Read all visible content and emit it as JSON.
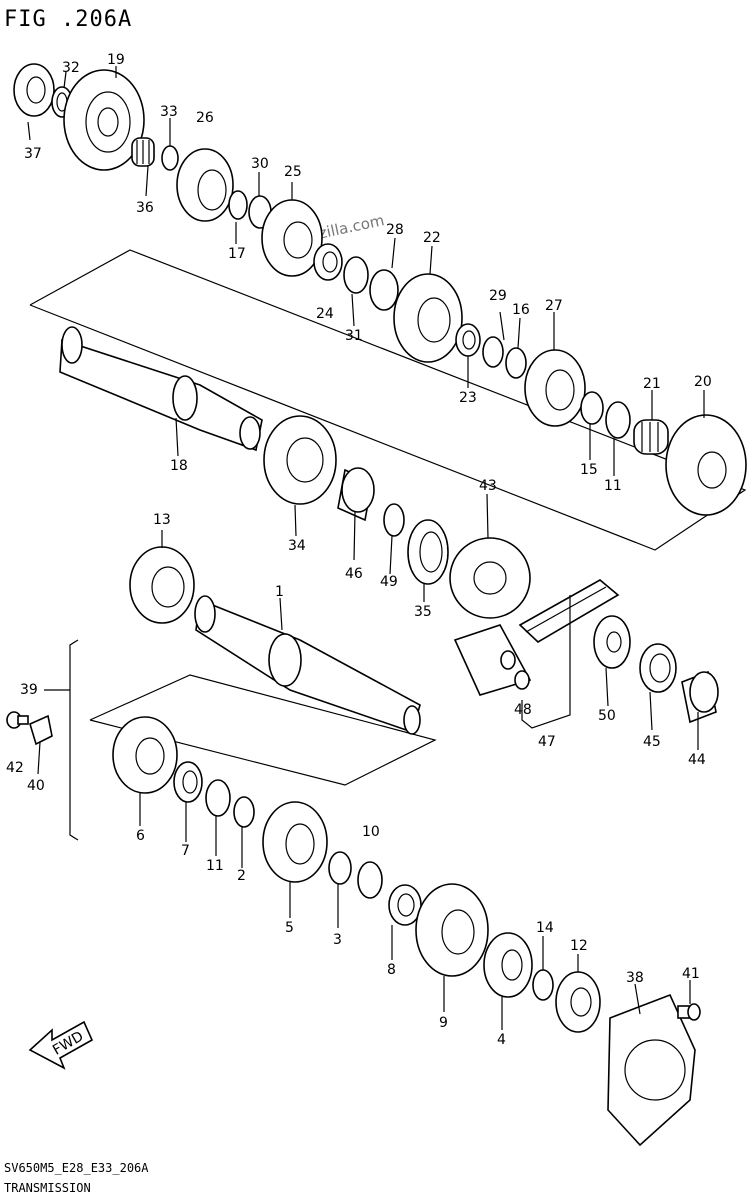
{
  "figure": {
    "title": "FIG .206A",
    "code": "SV650M5_E28_E33_206A",
    "caption": "TRANSMISSION",
    "watermark": "partzilla.com",
    "direction_label": "FWD"
  },
  "callouts": [
    "1",
    "2",
    "3",
    "4",
    "5",
    "6",
    "7",
    "8",
    "9",
    "10",
    "11",
    "11",
    "12",
    "13",
    "14",
    "15",
    "16",
    "17",
    "18",
    "19",
    "20",
    "21",
    "22",
    "23",
    "24",
    "25",
    "26",
    "27",
    "28",
    "29",
    "30",
    "31",
    "32",
    "33",
    "34",
    "35",
    "36",
    "37",
    "38",
    "39",
    "40",
    "41",
    "42",
    "43",
    "44",
    "45",
    "46",
    "47",
    "48",
    "49",
    "50"
  ]
}
